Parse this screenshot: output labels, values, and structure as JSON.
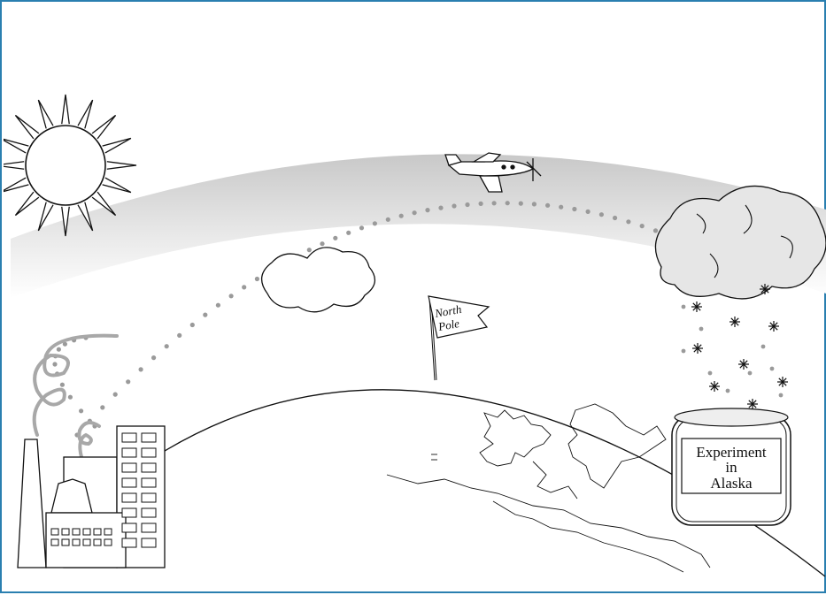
{
  "flag": {
    "line1": "North",
    "line2": "Pole"
  },
  "jar_label": {
    "line1": "Experiment",
    "line2": "in",
    "line3": "Alaska"
  },
  "colors": {
    "frame_border": "#2a7fb0",
    "line": "#111111",
    "atmosphere_dark": "#cfcfcf",
    "atmosphere_light": "#ffffff",
    "dots": "#9a9a9a",
    "smoke": "#a8a8a8"
  }
}
